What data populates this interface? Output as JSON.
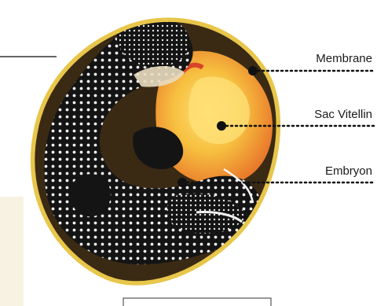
{
  "labels": {
    "membrane": "Membrane",
    "sac_vitellin": "Sac Vitellin",
    "embryon": "Embryon"
  },
  "colors": {
    "membrane_rim": "#e8c64a",
    "yolk": "#f3a530",
    "yolk_highlight": "#ffe27a",
    "embryo_body": "#141414",
    "embryo_dots": "#f2f2f2",
    "leader_line": "#111111"
  }
}
